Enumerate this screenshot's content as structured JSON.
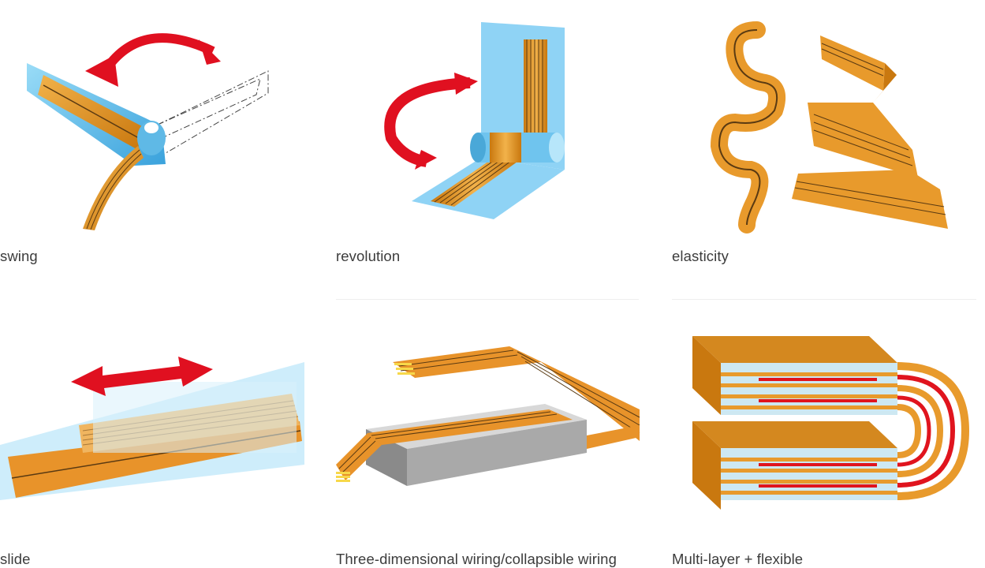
{
  "items": [
    {
      "label": "swing",
      "icon": "swing-illustration"
    },
    {
      "label": "revolution",
      "icon": "revolution-illustration"
    },
    {
      "label": "elasticity",
      "icon": "elasticity-illustration"
    },
    {
      "label": "slide",
      "icon": "slide-illustration"
    },
    {
      "label": "Three-dimensional wiring/collapsible wiring",
      "icon": "3d-wiring-illustration"
    },
    {
      "label": "Multi-layer + flexible",
      "icon": "multilayer-flex-illustration"
    }
  ],
  "colors": {
    "copper": "#e89a2c",
    "copper_dark": "#c97a14",
    "trace": "#5a3a12",
    "blue": "#7fcdf0",
    "blue_dark": "#4aa8d8",
    "arrow": "#e01020",
    "grey": "#a9a9a9",
    "red_trace": "#e0141e"
  }
}
